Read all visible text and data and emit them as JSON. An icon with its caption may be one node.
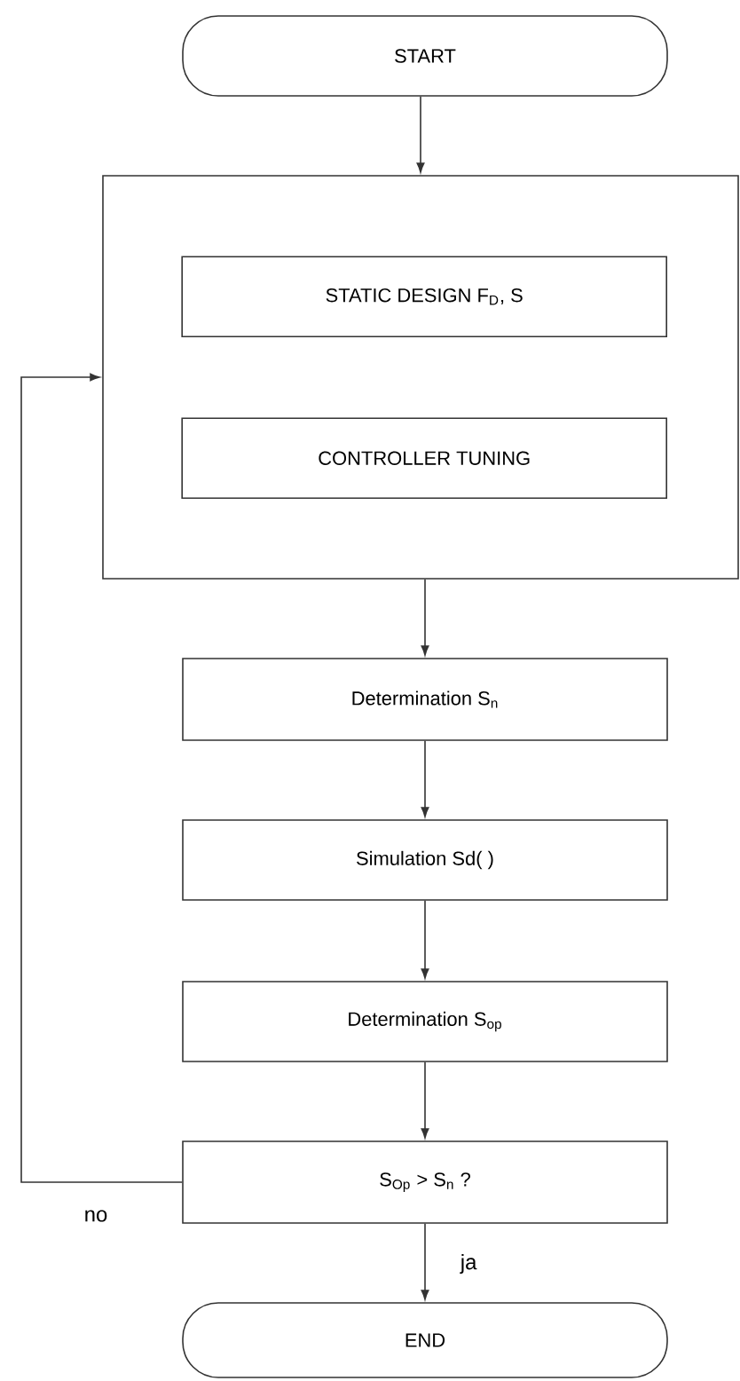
{
  "diagram": {
    "nodes": [
      {
        "text": [
          "START"
        ]
      },
      {
        "text": [],
        "shape": "box"
      },
      {
        "text": [
          "STATIC DESIGN F$_{D}$, S"
        ],
        "in": 1
      },
      {
        "text": [
          "CONTROLLER TUNING"
        ],
        "in": 1
      },
      {
        "text": [
          "Determination S$_{n}$"
        ]
      },
      {
        "text": [
          "Simulation Sd( )"
        ]
      },
      {
        "text": [
          "Determination S$_{op}$"
        ]
      },
      {
        "text": [
          "S$_{Op}$ > S$_{n}$ ?"
        ]
      },
      {
        "text": [
          "END"
        ]
      }
    ],
    "edges": [
      {
        "from": 0,
        "to": 1,
        "arrow": "to"
      },
      {
        "from": 1,
        "to": 4,
        "arrow": "to"
      },
      {
        "from": 4,
        "to": 5,
        "arrow": "to"
      },
      {
        "from": 5,
        "to": 6,
        "arrow": "to"
      },
      {
        "from": 6,
        "to": 7,
        "arrow": "to"
      },
      {
        "from": 7,
        "to": 8,
        "arrow": "to",
        "label": "ja"
      },
      {
        "from": 7,
        "to": 1,
        "arrow": "to",
        "label": "no"
      }
    ]
  }
}
